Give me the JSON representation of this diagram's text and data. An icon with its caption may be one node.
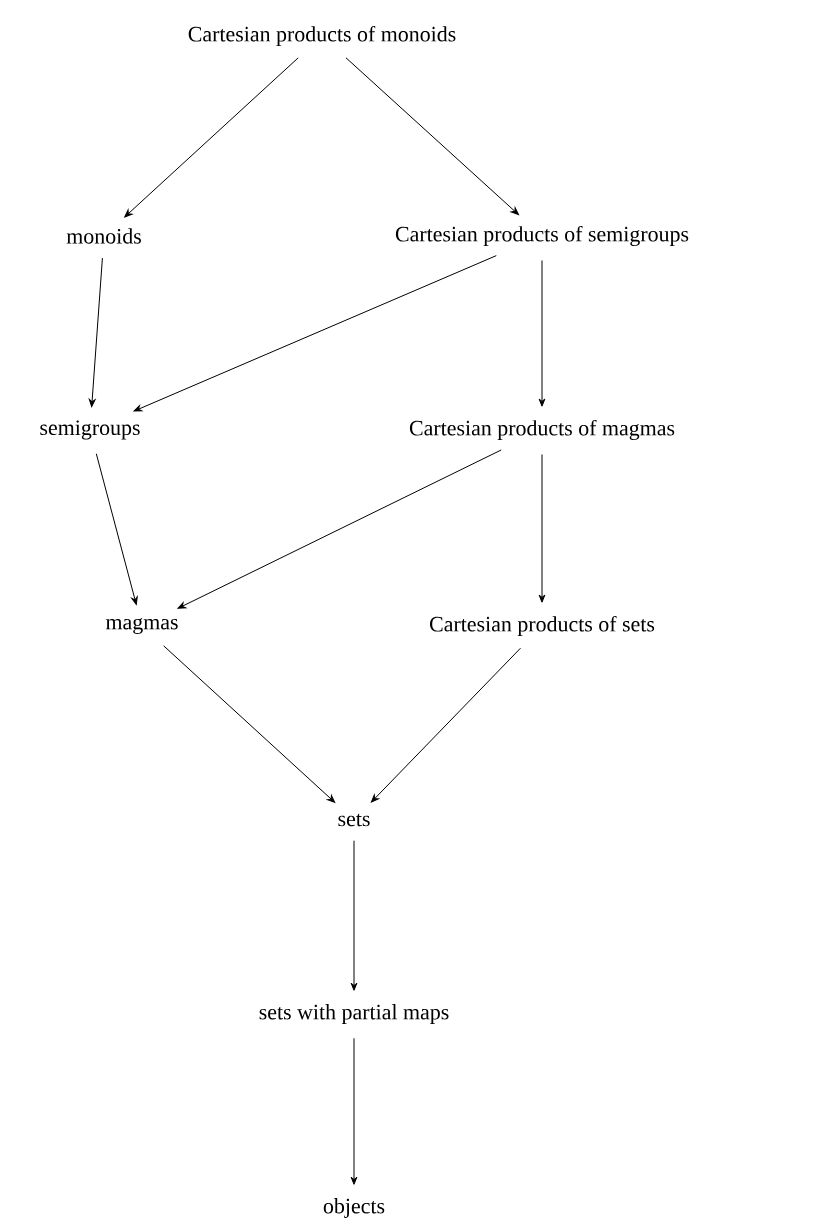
{
  "diagram": {
    "nodes": [
      {
        "text": [
          "Cartesian products of monoids"
        ]
      },
      {
        "text": [
          "monoids"
        ]
      },
      {
        "text": [
          "Cartesian products of semigroups"
        ]
      },
      {
        "text": [
          "semigroups"
        ]
      },
      {
        "text": [
          "Cartesian products of magmas"
        ]
      },
      {
        "text": [
          "magmas"
        ]
      },
      {
        "text": [
          "Cartesian products of sets"
        ]
      },
      {
        "text": [
          "sets"
        ]
      },
      {
        "text": [
          "sets with partial maps"
        ]
      },
      {
        "text": [
          "objects"
        ]
      }
    ],
    "edges": [
      {
        "from": 0,
        "to": 1,
        "arrow": "to"
      },
      {
        "from": 0,
        "to": 2,
        "arrow": "to"
      },
      {
        "from": 1,
        "to": 3,
        "arrow": "to"
      },
      {
        "from": 2,
        "to": 3,
        "arrow": "to"
      },
      {
        "from": 2,
        "to": 4,
        "arrow": "to"
      },
      {
        "from": 3,
        "to": 5,
        "arrow": "to"
      },
      {
        "from": 4,
        "to": 5,
        "arrow": "to"
      },
      {
        "from": 4,
        "to": 6,
        "arrow": "to"
      },
      {
        "from": 5,
        "to": 7,
        "arrow": "to"
      },
      {
        "from": 6,
        "to": 7,
        "arrow": "to"
      },
      {
        "from": 7,
        "to": 8,
        "arrow": "to"
      },
      {
        "from": 8,
        "to": 9,
        "arrow": "to"
      }
    ]
  }
}
